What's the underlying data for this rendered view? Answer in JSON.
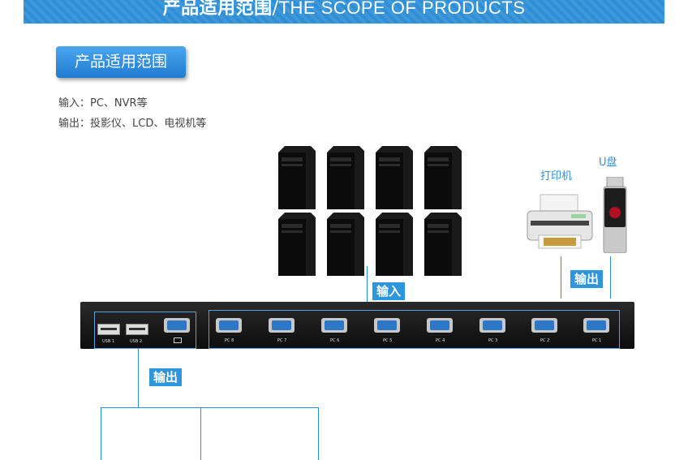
{
  "banner": {
    "title_cn": "产品适用范围",
    "separator": "/",
    "title_en": "THE SCOPE OF PRODUCTS"
  },
  "section": {
    "title": "产品适用范围"
  },
  "description": {
    "input_line": "输入：PC、NVR等",
    "output_line": "输出：投影仪、LCD、电视机等"
  },
  "tags": {
    "input": "输入",
    "output_right": "输出",
    "output_left": "输出"
  },
  "devices": {
    "printer_label": "打印机",
    "usb_label": "U盘"
  },
  "kvm": {
    "usb_ports": [
      "USB 1",
      "USB 2"
    ],
    "pc_ports": [
      "PC 8",
      "PC 7",
      "PC 6",
      "PC 5",
      "PC 4",
      "PC 3",
      "PC 2",
      "PC 1"
    ]
  },
  "colors": {
    "accent": "#2f8fd6",
    "device": "#111111"
  }
}
